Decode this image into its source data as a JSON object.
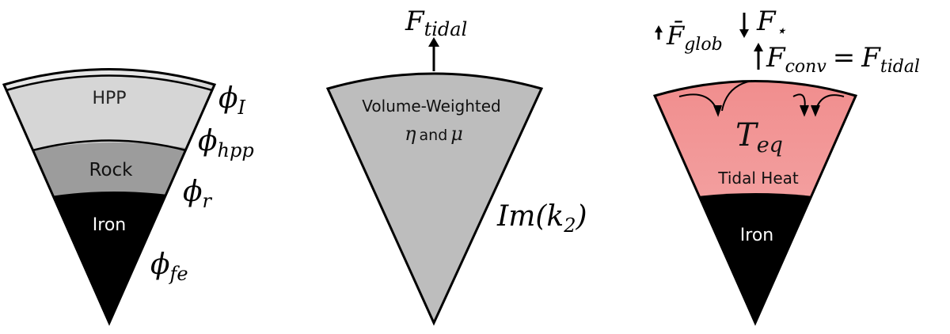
{
  "left_panel": {
    "layers": [
      {
        "label": "HPP",
        "color": "#d6d6d6"
      },
      {
        "label": "Rock",
        "color": "#9c9c9c"
      },
      {
        "label": "Iron",
        "color": "#000000"
      }
    ],
    "ice_color": "#e6e6e6",
    "side_labels": {
      "ice": {
        "main": "ϕ",
        "sub": "I"
      },
      "hpp": {
        "main": "ϕ",
        "sub": "hpp"
      },
      "rock": {
        "main": "ϕ",
        "sub": "r"
      },
      "iron": {
        "main": "ϕ",
        "sub": "fe"
      }
    }
  },
  "middle_panel": {
    "fill_color": "#bdbdbd",
    "top_label": {
      "main": "F",
      "sub": "tidal"
    },
    "inner_line1": "Volume-Weighted",
    "inner_line2_eta": "η",
    "inner_line2_and": "and",
    "inner_line2_mu": "μ",
    "side_label": {
      "prefix": "Im(k",
      "sub": "2",
      "suffix": ")"
    }
  },
  "right_panel": {
    "gradient_top": "#f08a8a",
    "gradient_bottom": "#f6b3b3",
    "core_label": "Iron",
    "center_label": {
      "main": "T",
      "sub": "eq"
    },
    "tidal_heat": "Tidal Heat",
    "flux_glob": {
      "main": "F̄",
      "sub": "glob"
    },
    "flux_star": {
      "main": "F",
      "sub": "⋆"
    },
    "flux_conv": {
      "main": "F",
      "sub": "conv",
      "eq": "=",
      "rhs_main": "F",
      "rhs_sub": "tidal"
    }
  }
}
